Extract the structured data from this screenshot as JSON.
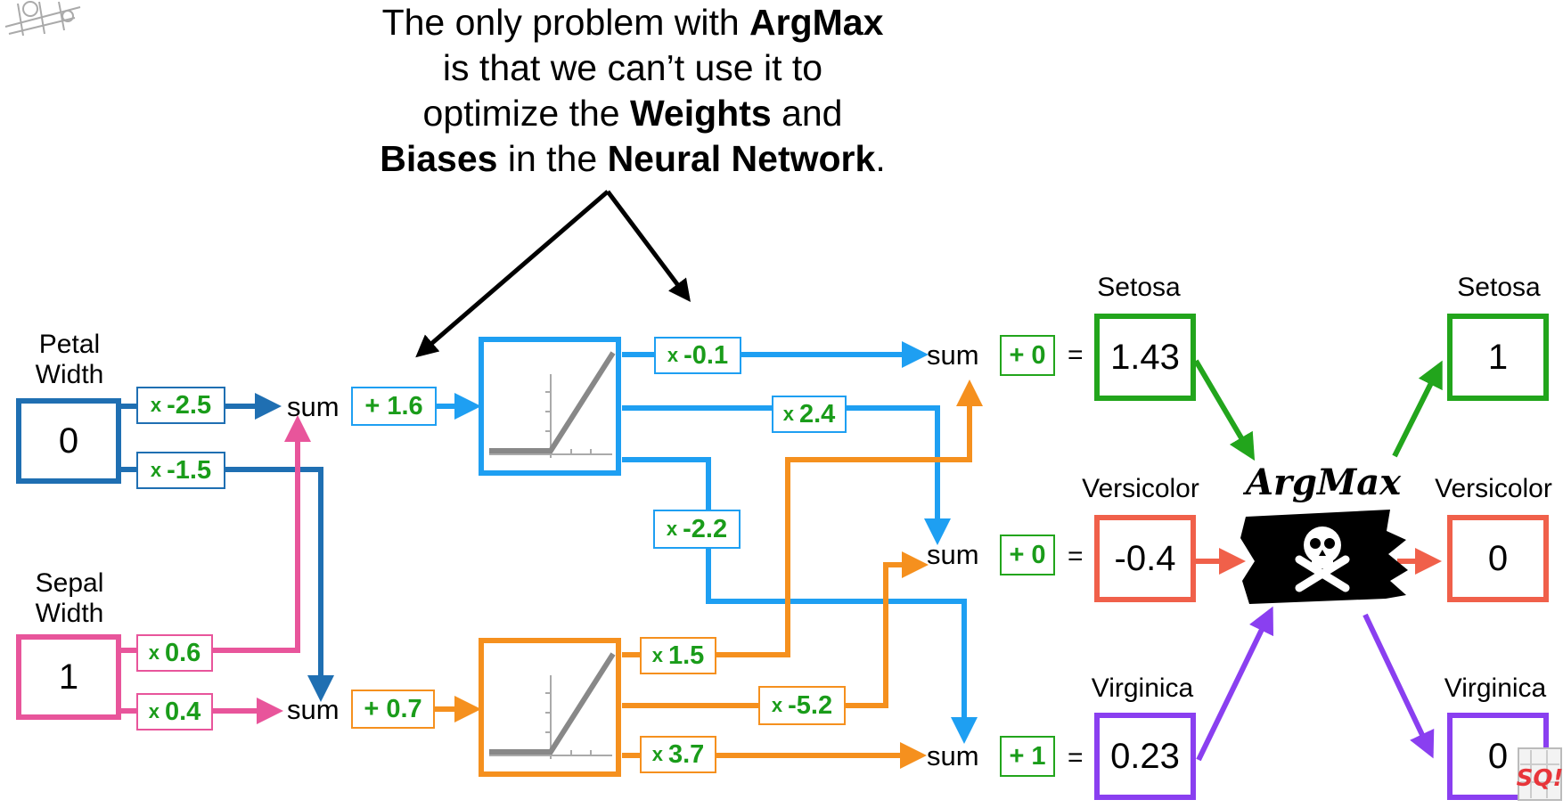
{
  "caption": {
    "l1_a": "The only problem with ",
    "l1_b": "ArgMax",
    "l2": "is that we can’t use it to",
    "l3_a": "optimize the ",
    "l3_b": "Weights",
    "l3_c": " and",
    "l4_a": "Biases",
    "l4_b": " in the ",
    "l4_c": "Neural Network",
    "l4_d": "."
  },
  "inputs": {
    "petal": {
      "label_1": "Petal",
      "label_2": "Width",
      "value": "0"
    },
    "sepal": {
      "label_1": "Sepal",
      "label_2": "Width",
      "value": "1"
    }
  },
  "weights": {
    "w_petal_top": "-2.5",
    "w_petal_bottom": "-1.5",
    "w_sepal_top": "0.6",
    "w_sepal_bottom": "0.4",
    "bias_top": "+ 1.6",
    "bias_bottom": "+ 0.7",
    "w_blue_setosa": "-0.1",
    "w_blue_versicolor": "2.4",
    "w_blue_virginica": "-2.2",
    "w_orange_setosa": "1.5",
    "w_orange_versicolor": "-5.2",
    "w_orange_virginica": "3.7",
    "bias_setosa": "+ 0",
    "bias_versicolor": "+ 0",
    "bias_virginica": "+ 1"
  },
  "labels": {
    "x": "x",
    "sum": "sum",
    "equals": "=",
    "argmax": "ArgMax"
  },
  "outputs": {
    "setosa": {
      "name": "Setosa",
      "raw": "1.43",
      "argmax": "1"
    },
    "versicolor": {
      "name": "Versicolor",
      "raw": "-0.4",
      "argmax": "0"
    },
    "virginica": {
      "name": "Virginica",
      "raw": "0.23",
      "argmax": "0"
    }
  },
  "colors": {
    "blue_dark": "#1f6fb2",
    "blue_light": "#1e9ff2",
    "pink": "#e8559b",
    "orange": "#f5901e",
    "green": "#22a51c",
    "red": "#f0604a",
    "purple": "#8a3ff0",
    "weight_text": "#1a9c1a"
  },
  "logo_text": "SQ!"
}
